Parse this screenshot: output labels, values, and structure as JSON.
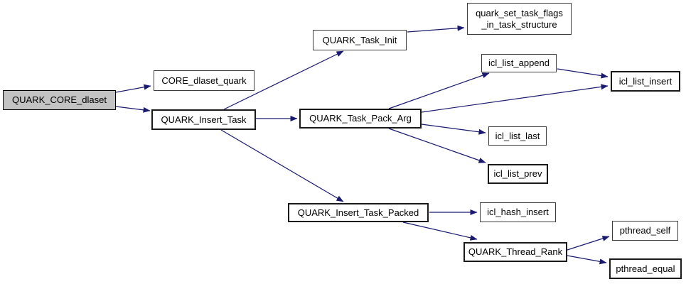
{
  "diagram": {
    "kind": "call-graph",
    "root": "QUARK_CORE_dlaset",
    "colors": {
      "edge": "#191970",
      "node_fill": "#ffffff",
      "highlight_fill": "#c3c3c3",
      "border": "#3c3c3c",
      "text": "#000000"
    },
    "nodes": [
      {
        "id": "QUARK_CORE_dlaset",
        "label": "QUARK_CORE_dlaset"
      },
      {
        "id": "CORE_dlaset_quark",
        "label": "CORE_dlaset_quark"
      },
      {
        "id": "QUARK_Insert_Task",
        "label": "QUARK_Insert_Task"
      },
      {
        "id": "QUARK_Task_Init",
        "label": "QUARK_Task_Init"
      },
      {
        "id": "quark_set_task_flags_in_task_structure",
        "label": "quark_set_task_flags\n_in_task_structure"
      },
      {
        "id": "QUARK_Task_Pack_Arg",
        "label": "QUARK_Task_Pack_Arg"
      },
      {
        "id": "icl_list_append",
        "label": "icl_list_append"
      },
      {
        "id": "icl_list_insert",
        "label": "icl_list_insert"
      },
      {
        "id": "icl_list_last",
        "label": "icl_list_last"
      },
      {
        "id": "icl_list_prev",
        "label": "icl_list_prev"
      },
      {
        "id": "QUARK_Insert_Task_Packed",
        "label": "QUARK_Insert_Task_Packed"
      },
      {
        "id": "icl_hash_insert",
        "label": "icl_hash_insert"
      },
      {
        "id": "QUARK_Thread_Rank",
        "label": "QUARK_Thread_Rank"
      },
      {
        "id": "pthread_self",
        "label": "pthread_self"
      },
      {
        "id": "pthread_equal",
        "label": "pthread_equal"
      }
    ],
    "edges": [
      {
        "from": "QUARK_CORE_dlaset",
        "to": "CORE_dlaset_quark"
      },
      {
        "from": "QUARK_CORE_dlaset",
        "to": "QUARK_Insert_Task"
      },
      {
        "from": "QUARK_Insert_Task",
        "to": "QUARK_Task_Init"
      },
      {
        "from": "QUARK_Task_Init",
        "to": "quark_set_task_flags_in_task_structure"
      },
      {
        "from": "QUARK_Insert_Task",
        "to": "QUARK_Task_Pack_Arg"
      },
      {
        "from": "QUARK_Task_Pack_Arg",
        "to": "icl_list_append"
      },
      {
        "from": "icl_list_append",
        "to": "icl_list_insert"
      },
      {
        "from": "QUARK_Task_Pack_Arg",
        "to": "icl_list_insert"
      },
      {
        "from": "QUARK_Task_Pack_Arg",
        "to": "icl_list_last"
      },
      {
        "from": "QUARK_Task_Pack_Arg",
        "to": "icl_list_prev"
      },
      {
        "from": "QUARK_Insert_Task",
        "to": "QUARK_Insert_Task_Packed"
      },
      {
        "from": "QUARK_Insert_Task_Packed",
        "to": "icl_hash_insert"
      },
      {
        "from": "QUARK_Insert_Task_Packed",
        "to": "QUARK_Thread_Rank"
      },
      {
        "from": "QUARK_Thread_Rank",
        "to": "pthread_self"
      },
      {
        "from": "QUARK_Thread_Rank",
        "to": "pthread_equal"
      }
    ]
  }
}
